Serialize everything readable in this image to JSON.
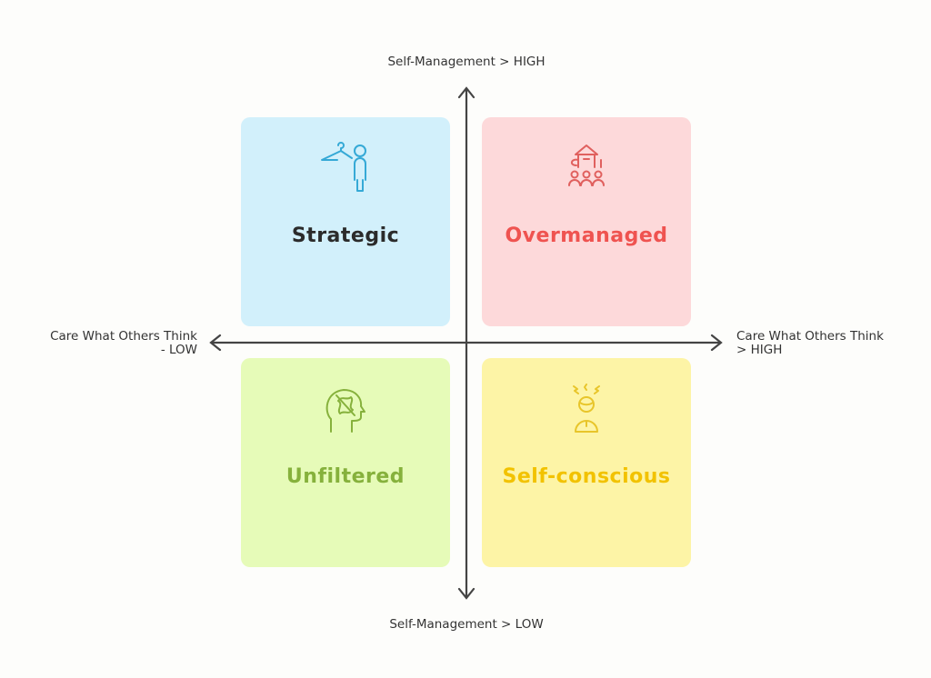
{
  "axes": {
    "top": "Self-Management > HIGH",
    "bottom": "Self-Management > LOW",
    "left": "Care What Others Think\n- LOW",
    "right": "Care What Others Think\n> HIGH"
  },
  "quadrants": [
    {
      "title": "Strategic",
      "icon": "hanger-person-icon",
      "bg": "#d2f0fb",
      "color": "#2b2b2b",
      "icon_color": "#35a9d6"
    },
    {
      "title": "Overmanaged",
      "icon": "teacher-group-icon",
      "bg": "#fdd9da",
      "color": "#ef5350",
      "icon_color": "#e0605e"
    },
    {
      "title": "Unfiltered",
      "icon": "head-brain-icon",
      "bg": "#e6fbb8",
      "color": "#86b13c",
      "icon_color": "#86b13c"
    },
    {
      "title": "Self-conscious",
      "icon": "stressed-person-icon",
      "bg": "#fdf4a6",
      "color": "#f2c200",
      "icon_color": "#e8c52a"
    }
  ]
}
